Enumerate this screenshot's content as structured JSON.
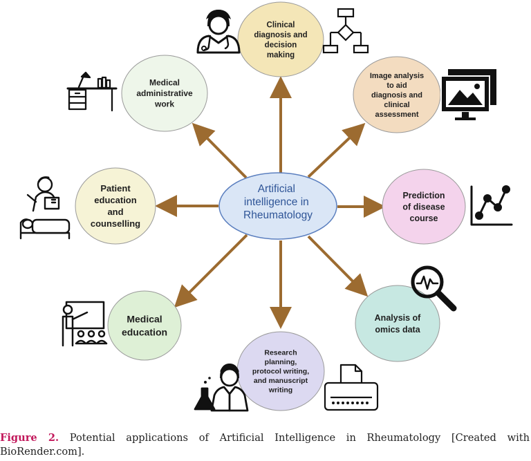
{
  "diagram": {
    "center": {
      "lines": [
        "Artificial",
        "intelligence in",
        "Rheumatology"
      ],
      "fill": "#dae6f6",
      "stroke": "#5b7fbf",
      "text_color": "#2f5597"
    },
    "arrow_color": "#9c6b30",
    "nodes": [
      {
        "id": "clinical",
        "lines": [
          "Clinical",
          "diagnosis and",
          "decision",
          "making"
        ],
        "fill": "#f4e6b7"
      },
      {
        "id": "image",
        "lines": [
          "Image analysis",
          "to aid",
          "diagnosis and",
          "clinical",
          "assessment"
        ],
        "fill": "#f3dcc0"
      },
      {
        "id": "prediction",
        "lines": [
          "Prediction",
          "of disease",
          "course"
        ],
        "fill": "#f4d3ec"
      },
      {
        "id": "omics",
        "lines": [
          "Analysis of",
          "omics data"
        ],
        "fill": "#c7e8e2"
      },
      {
        "id": "research",
        "lines": [
          "Research",
          "planning,",
          "protocol writing,",
          "and manuscript",
          "writing"
        ],
        "fill": "#dcd9f1"
      },
      {
        "id": "education",
        "lines": [
          "Medical",
          "education"
        ],
        "fill": "#def0d6"
      },
      {
        "id": "patient",
        "lines": [
          "Patient",
          "education",
          "and",
          "counselling"
        ],
        "fill": "#f6f3d6"
      },
      {
        "id": "admin",
        "lines": [
          "Medical",
          "administrative",
          "work"
        ],
        "fill": "#eef6ea"
      }
    ],
    "icons": [
      "doctor-icon",
      "flowchart-icon",
      "monitor-image-icon",
      "line-chart-icon",
      "magnifier-waveform-icon",
      "typewriter-icon",
      "scientist-icon",
      "teacher-board-icon",
      "bedside-doctor-icon",
      "desk-icon"
    ]
  },
  "caption": {
    "label": "Figure 2.",
    "text": " Potential applications of Artificial Intelligence in Rheumatology [Created with BioRender.com]."
  }
}
